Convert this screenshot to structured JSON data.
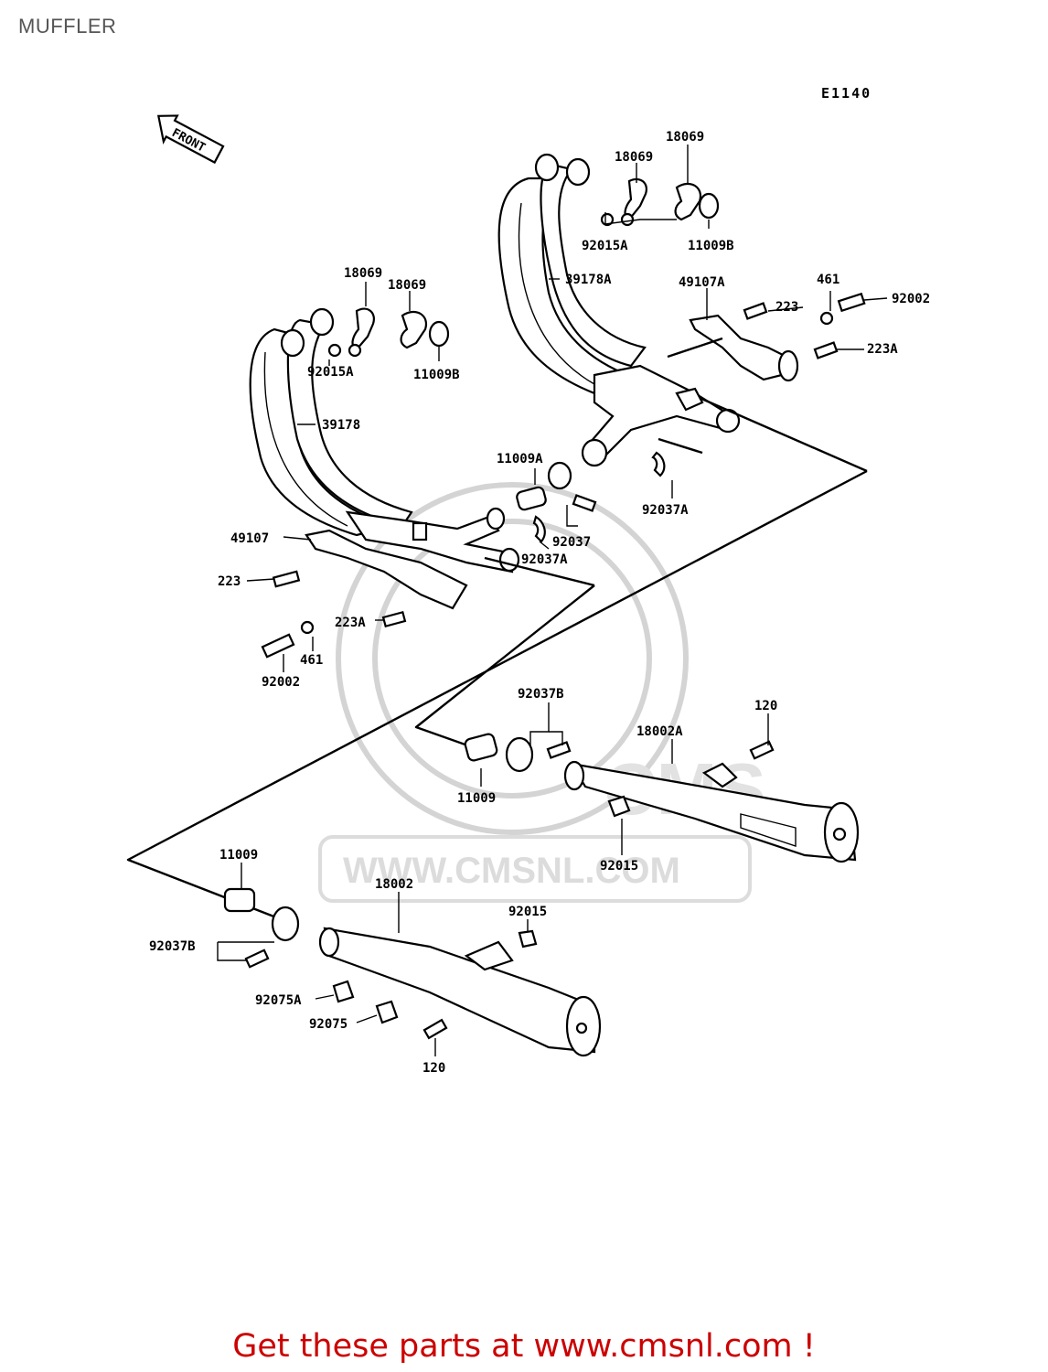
{
  "page": {
    "title": "MUFFLER",
    "diagram_code": "E1140",
    "front_arrow_label": "FRONT",
    "footer_text": "Get these parts at www.cmsnl.com !",
    "watermark_text": "WWW.CMSNL.COM",
    "watermark_logo": "CMS"
  },
  "parts": {
    "p18069_r1": "18069",
    "p18069_r2": "18069",
    "p92015A_r": "92015A",
    "p11009B_r": "11009B",
    "p39178A": "39178A",
    "p49107A": "49107A",
    "p223_r": "223",
    "p461_r": "461",
    "p92002_r": "92002",
    "p223A_r": "223A",
    "p92037A_r": "92037A",
    "p18069_l1": "18069",
    "p18069_l2": "18069",
    "p92015A_l": "92015A",
    "p11009B_l": "11009B",
    "p39178": "39178",
    "p11009A": "11009A",
    "p92037": "92037",
    "p92037A_c": "92037A",
    "p49107": "49107",
    "p223_l": "223",
    "p223A_l": "223A",
    "p461_l": "461",
    "p92002_l": "92002",
    "p92037B_r": "92037B",
    "p18002A": "18002A",
    "p120_r": "120",
    "p11009_r": "11009",
    "p92015_r": "92015",
    "p11009_l": "11009",
    "p18002": "18002",
    "p92015_l": "92015",
    "p92037B_l": "92037B",
    "p92075A": "92075A",
    "p92075": "92075",
    "p120_l": "120"
  },
  "colors": {
    "footer": "#cc0000",
    "title": "#555555",
    "ink": "#000000"
  }
}
